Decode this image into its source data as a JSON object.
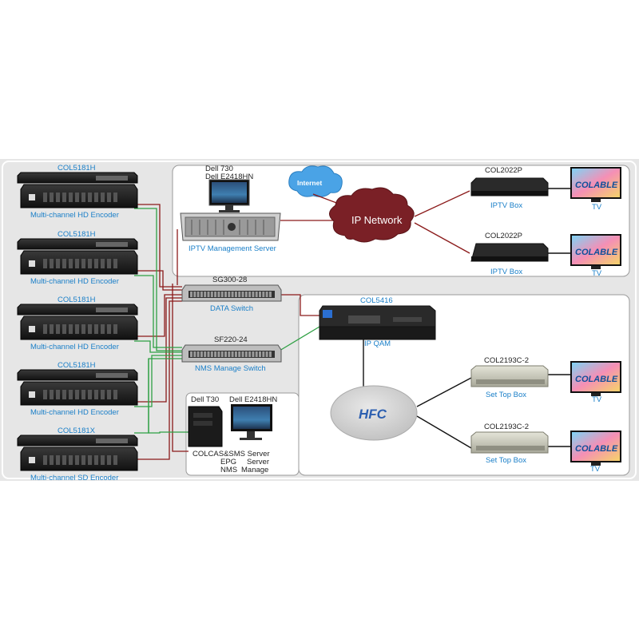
{
  "encoders": [
    {
      "model": "COL5181H",
      "caption": "Multi-channel HD Encoder"
    },
    {
      "model": "COL5181H",
      "caption": "Multi-channel HD Encoder"
    },
    {
      "model": "COL5181H",
      "caption": "Multi-channel HD Encoder"
    },
    {
      "model": "COL5181H",
      "caption": "Multi-channel HD Encoder"
    },
    {
      "model": "COL5181X",
      "caption": "Multi-channel SD Encoder"
    }
  ],
  "iptv_server": {
    "line1": "Dell 730",
    "line2": "Dell E2418HN",
    "caption": "IPTV Management Server"
  },
  "internet": "Internet",
  "ip_network": "IP Network",
  "iptv_boxes": [
    {
      "model": "COL2022P",
      "caption": "IPTV Box",
      "tv_caption": "TV",
      "tv_brand": "COLABLE"
    },
    {
      "model": "COL2022P",
      "caption": "IPTV Box",
      "tv_caption": "TV",
      "tv_brand": "COLABLE"
    }
  ],
  "data_switch": {
    "model": "SG300-28",
    "caption": "DATA Switch"
  },
  "nms_switch": {
    "model": "SF220-24",
    "caption": "NMS Manage Switch"
  },
  "ip_qam": {
    "model": "COL5416",
    "caption": "IP QAM"
  },
  "hfc": "HFC",
  "set_top_boxes": [
    {
      "model": "COL2193C-2",
      "caption": "Set Top Box",
      "tv_caption": "TV",
      "tv_brand": "COLABLE"
    },
    {
      "model": "COL2193C-2",
      "caption": "Set Top Box",
      "tv_caption": "TV",
      "tv_brand": "COLABLE"
    }
  ],
  "cas_server": {
    "tower": "Dell T30",
    "monitor": "Dell E2418HN",
    "line1": "COLCAS&SMS Server",
    "line2a": "EPG",
    "line2b": "Server",
    "line3a": "NMS",
    "line3b": "Manage"
  },
  "colors": {
    "data_link": "#8b1a1a",
    "nms_link": "#2ea043",
    "label": "#1a7fc8",
    "cloud": "#7a2026",
    "hfc": "#c9c9c9"
  }
}
